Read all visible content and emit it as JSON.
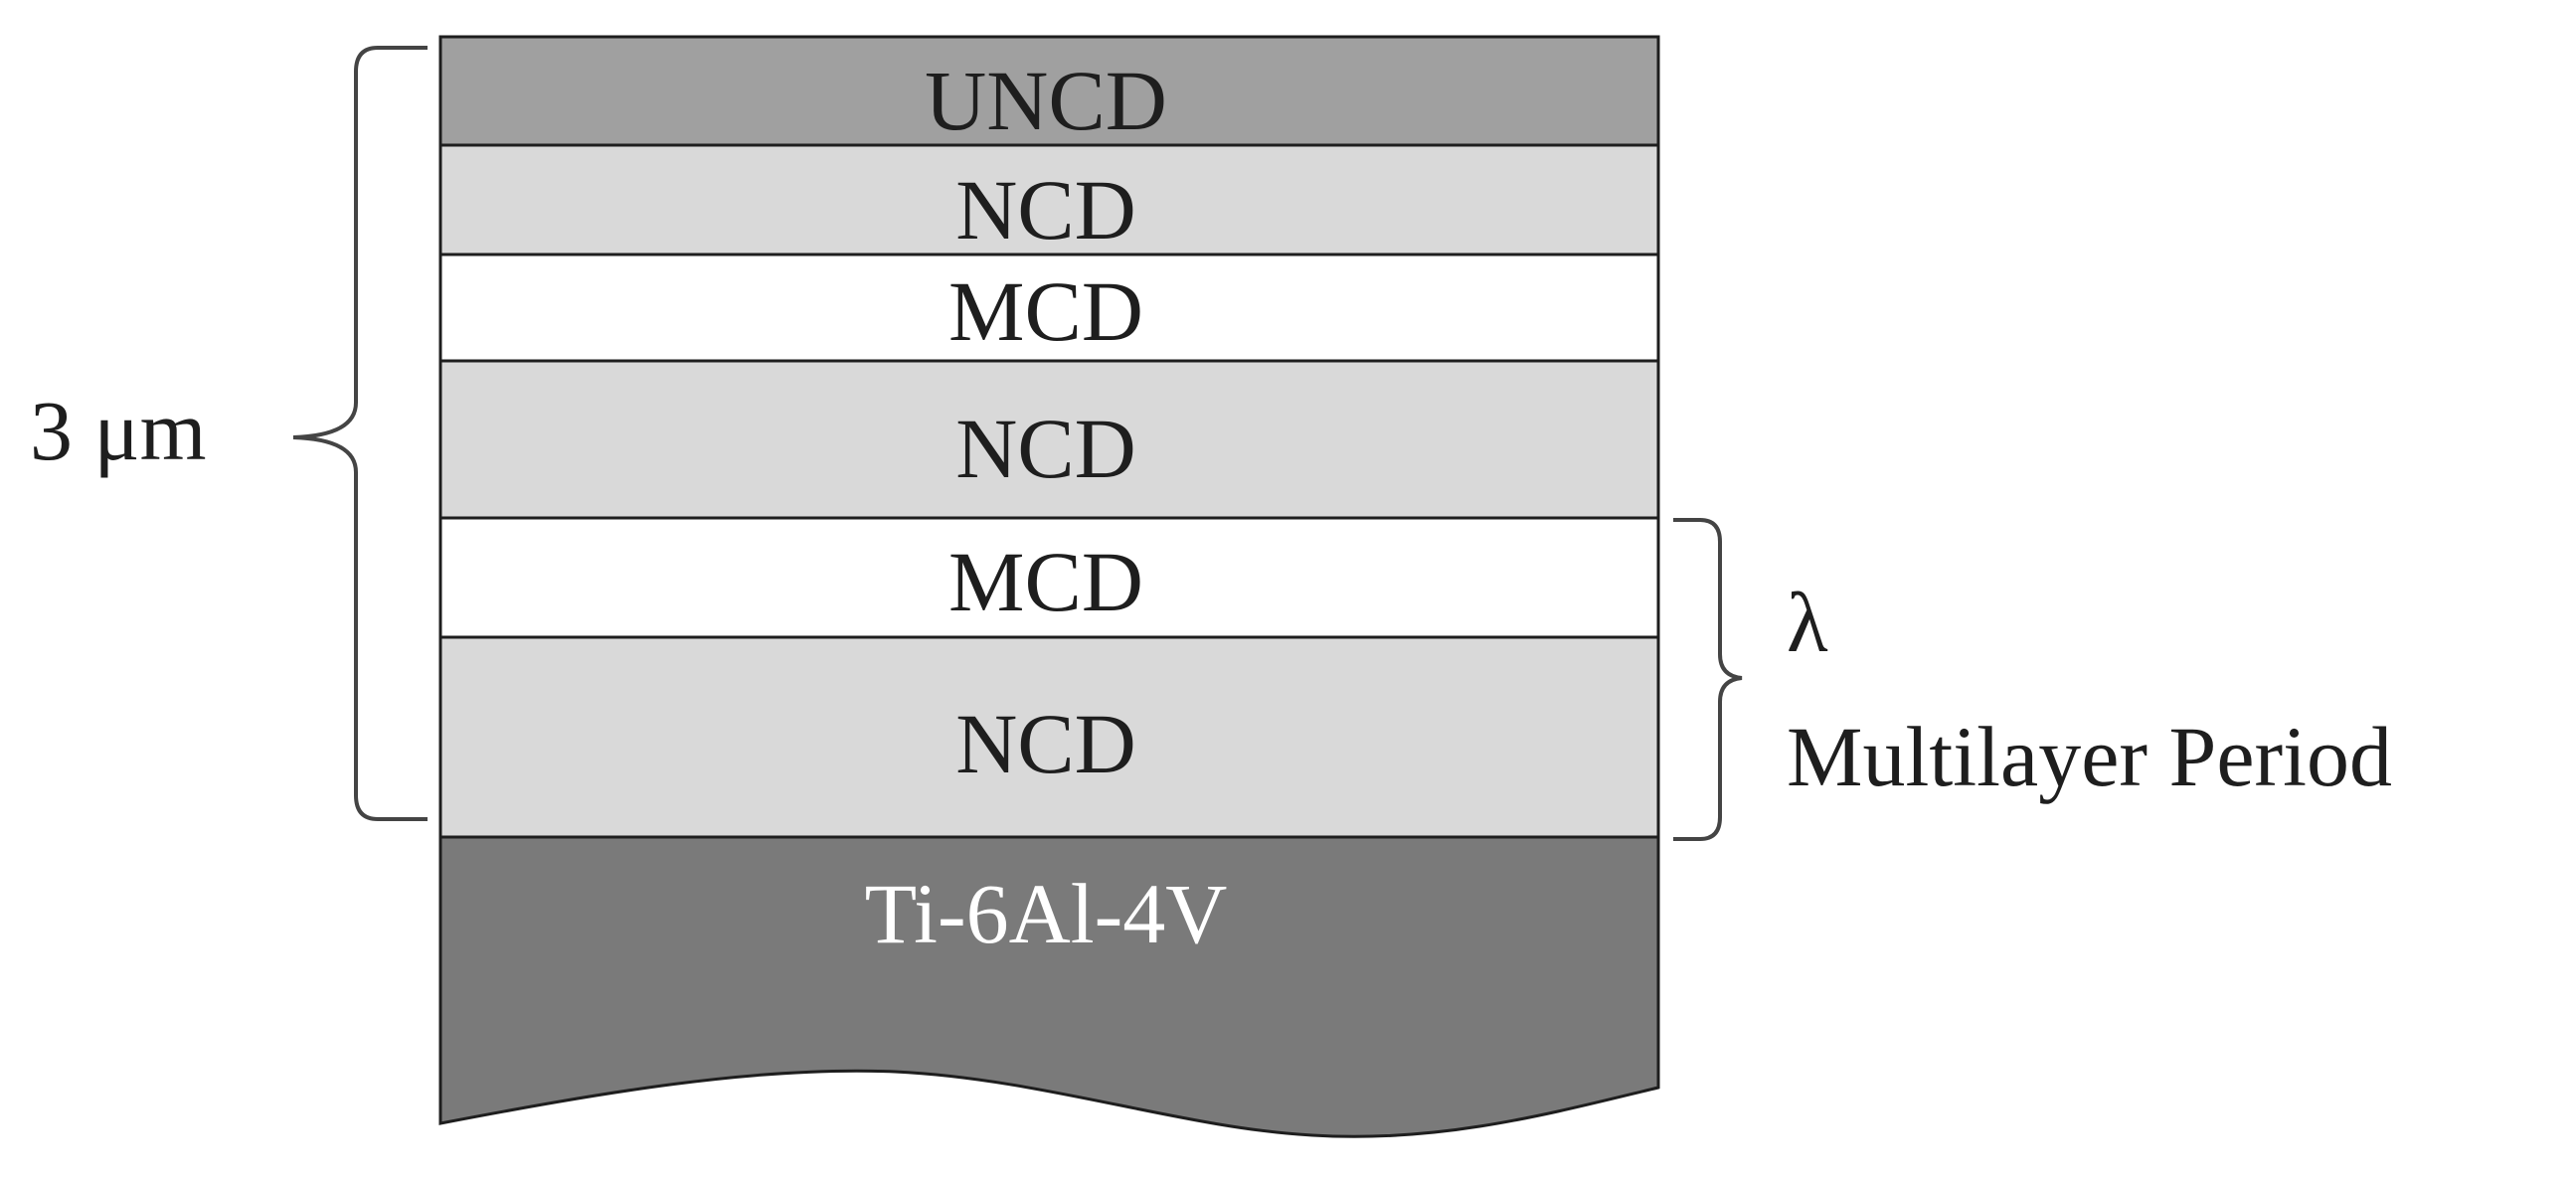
{
  "layers": [
    {
      "label": "UNCD",
      "fill": "#a0a0a0",
      "text_color": "#1e1e1e"
    },
    {
      "label": "NCD",
      "fill": "#d9d9d9",
      "text_color": "#1e1e1e"
    },
    {
      "label": "MCD",
      "fill": "#ffffff",
      "text_color": "#1e1e1e"
    },
    {
      "label": "NCD",
      "fill": "#d9d9d9",
      "text_color": "#1e1e1e"
    },
    {
      "label": "MCD",
      "fill": "#ffffff",
      "text_color": "#1e1e1e"
    },
    {
      "label": "NCD",
      "fill": "#d9d9d9",
      "text_color": "#1e1e1e"
    }
  ],
  "substrate": {
    "label": "Ti-6Al-4V",
    "fill": "#7a7a7a",
    "text_color": "#ffffff"
  },
  "thickness_brace": {
    "label": "3 μm"
  },
  "period_brace": {
    "symbol": "λ",
    "label": "Multilayer Period"
  },
  "colors": {
    "line": "#1e1e1e",
    "brace": "#444444"
  }
}
